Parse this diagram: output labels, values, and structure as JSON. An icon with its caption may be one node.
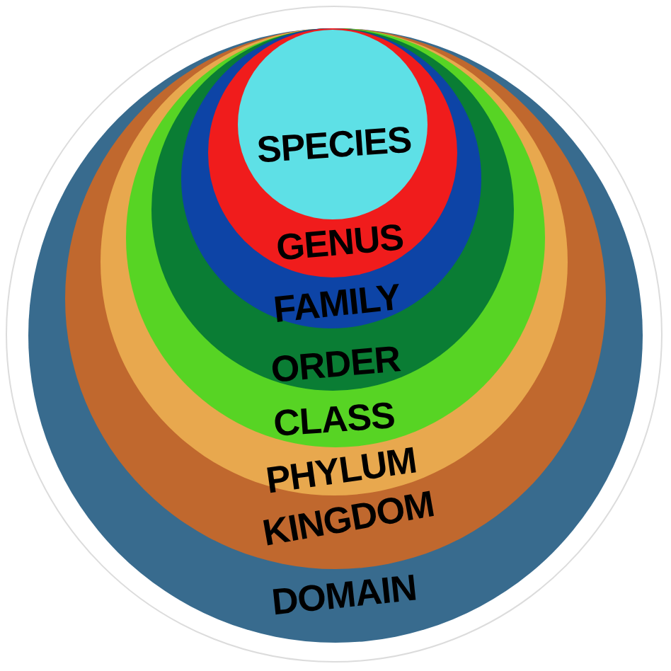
{
  "diagram": {
    "nodes": [
      {
        "text": [
          "DOMAIN"
        ]
      },
      {
        "text": [
          "KINGDOM"
        ],
        "in": 0
      },
      {
        "text": [
          "PHYLUM"
        ],
        "in": 1
      },
      {
        "text": [
          "CLASS"
        ],
        "in": 2
      },
      {
        "text": [
          "ORDER"
        ],
        "in": 3
      },
      {
        "text": [
          "FAMILY"
        ],
        "in": 4
      },
      {
        "text": [
          "GENUS"
        ],
        "in": 5
      },
      {
        "text": [
          "SPECIES"
        ],
        "in": 6
      }
    ]
  }
}
